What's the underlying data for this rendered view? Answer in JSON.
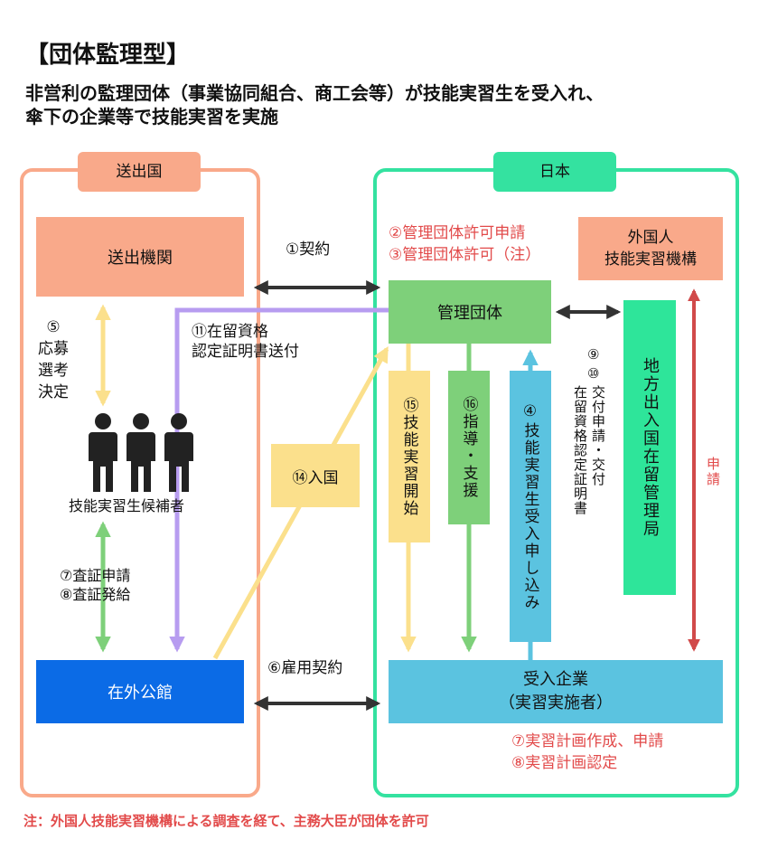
{
  "header": {
    "title": "【団体監理型】",
    "subtitle_line1": "非営利の監理団体（事業協同組合、商工会等）が技能実習生を受入れ、",
    "subtitle_line2": "傘下の企業等で技能実習を実施"
  },
  "regions": {
    "sending": "送出国",
    "japan": "日本"
  },
  "nodes": {
    "sending_org": "送出機関",
    "candidates": "技能実習生候補者",
    "embassy": "在外公館",
    "supervising_org": "管理団体",
    "otit_line1": "外国人",
    "otit_line2": "技能実習機構",
    "immigration": "地方出入国在留管理局",
    "company_line1": "受入企業",
    "company_line2": "（実習実施者）"
  },
  "steps": {
    "s1": "①契約",
    "s2": "②管理団体許可申請",
    "s3": "③管理団体許可（注）",
    "s4": "④技能実習生受入申し込み",
    "s5_num": "⑤",
    "s5_line1": "応募",
    "s5_line2": "選考",
    "s5_line3": "決定",
    "s6": "⑥雇用契約",
    "s7_visa": "⑦査証申請",
    "s8_visa": "⑧査証発給",
    "s7_plan": "⑦実習計画作成、申請",
    "s8_plan": "⑧実習計画認定",
    "s9": "⑨",
    "s10": "⑩",
    "s9_10_col1": "交付申請・交付",
    "s9_10_col2": "在留資格認定証明書",
    "s11_line1": "⑪在留資格",
    "s11_line2": "認定証明書送付",
    "s14": "⑭入国",
    "s15": "⑮技能実習開始",
    "s16": "⑯指導・支援",
    "apply": "申請"
  },
  "footnote": "注：外国人技能実習機構による調査を経て、主務大臣が団体を許可",
  "colors": {
    "sending_region": "#f9a98a",
    "japan_region": "#34e2a0",
    "supervising": "#7ed07a",
    "company": "#5bc3e0",
    "embassy": "#0b6be6",
    "immigration": "#2ee59a",
    "purple": "#b79cf0",
    "yellow": "#fbe08c",
    "red": "#e24a4a",
    "dark": "#333333"
  }
}
